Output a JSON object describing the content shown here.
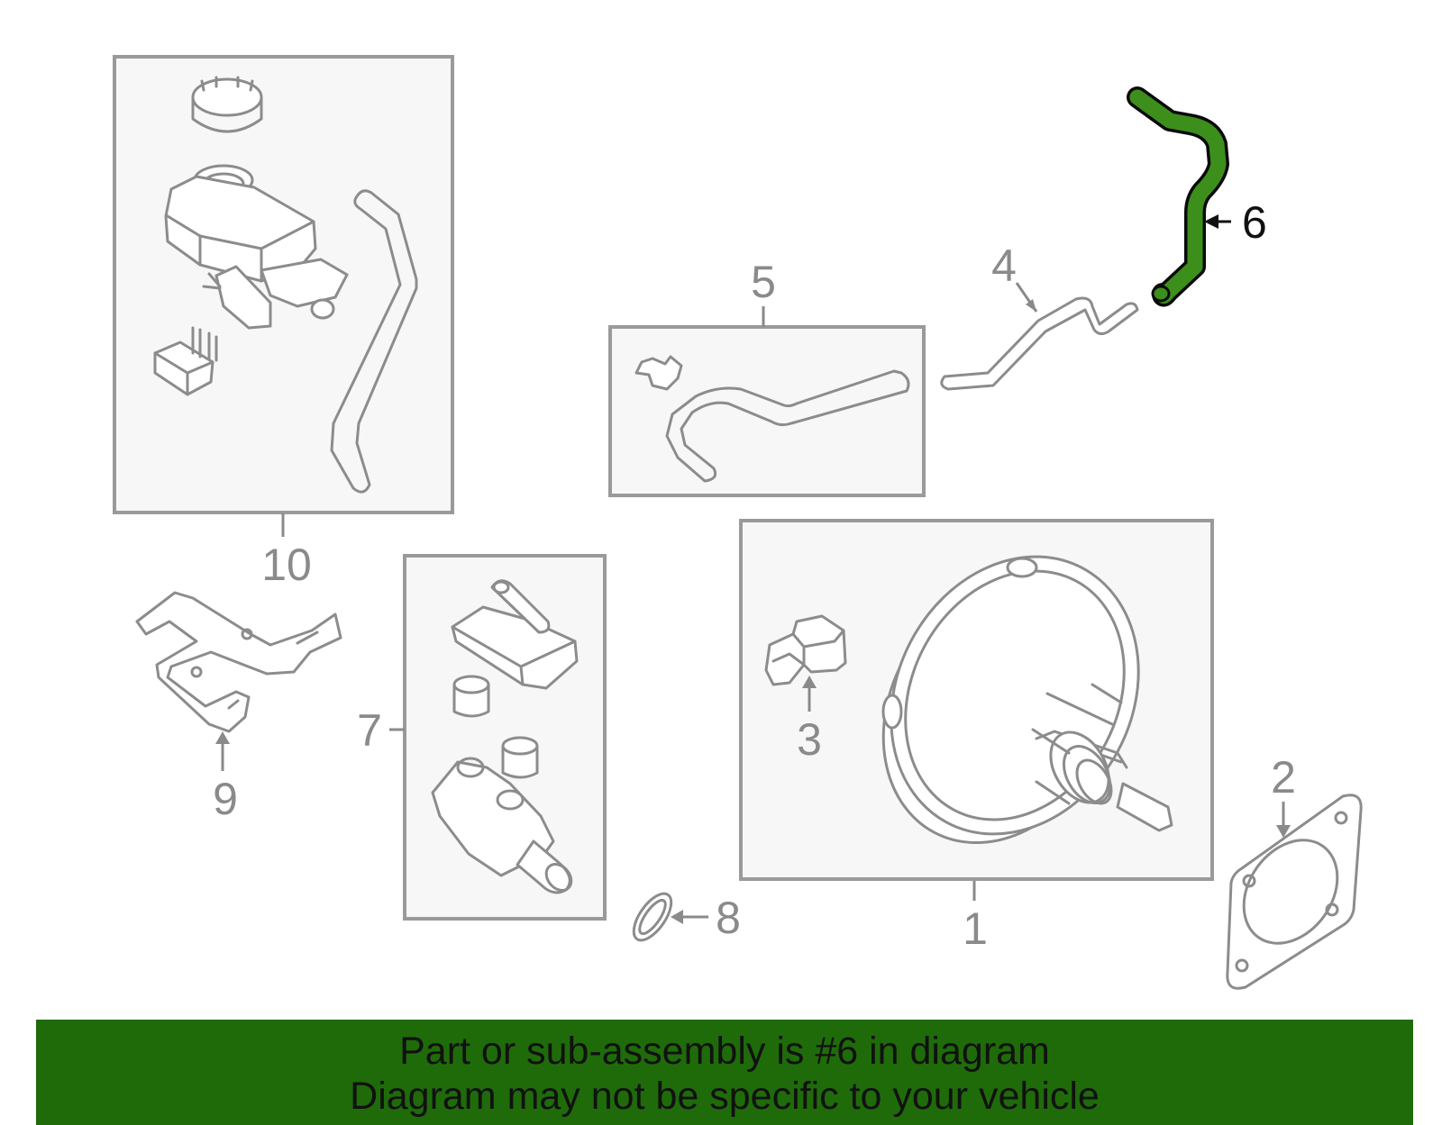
{
  "diagram": {
    "callouts": {
      "c1": "1",
      "c2": "2",
      "c3": "3",
      "c4": "4",
      "c5": "5",
      "c6": "6",
      "c7": "7",
      "c8": "8",
      "c9": "9",
      "c10": "10"
    },
    "highlight_part": "6",
    "highlight_color": "#2e7d0f",
    "part_stroke_color": "#8c8c8c",
    "box_fill_color": "#f7f7f7"
  },
  "banner": {
    "line1": "Part or sub-assembly is #6 in diagram",
    "line2": "Diagram may not be specific to your vehicle",
    "background_color": "#1f6b0a"
  }
}
